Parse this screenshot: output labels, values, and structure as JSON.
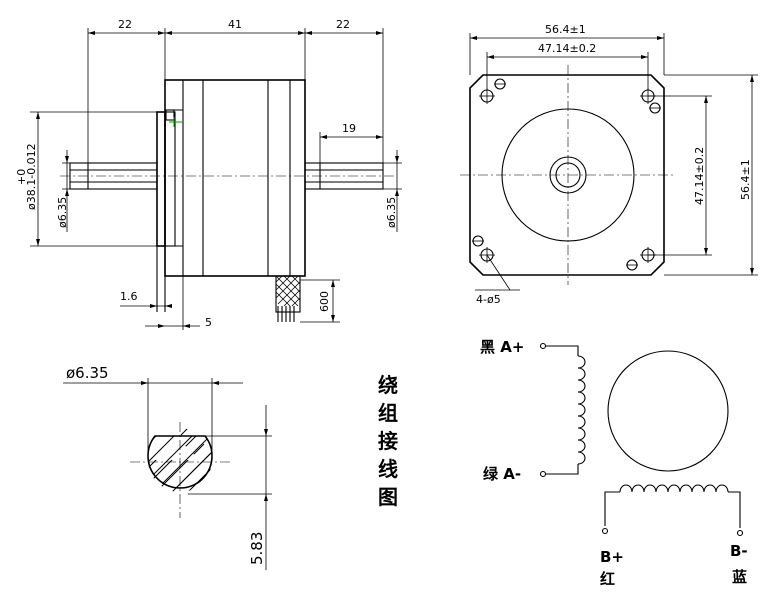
{
  "side_view": {
    "dim_left_shaft": "22",
    "dim_body_length": "41",
    "dim_right_shaft": "22",
    "dim_flat_length": "19",
    "dim_pilot_diameter": "ø38.1-0.012",
    "dim_pilot_tolerance_upper": "+0",
    "dim_shaft_diameter_left": "ø6.35",
    "dim_shaft_diameter_right": "ø6.35",
    "dim_flange_thickness": "1.6",
    "dim_pilot_height": "5",
    "dim_lead_length": "600"
  },
  "front_view": {
    "dim_width": "56.4±1",
    "dim_hole_spacing_h": "47.14±0.2",
    "dim_hole_spacing_v": "47.14±0.2",
    "dim_height": "56.4±1",
    "dim_holes": "4-ø5"
  },
  "shaft_section": {
    "dim_diameter": "ø6.35",
    "dim_flat": "5.83"
  },
  "wiring": {
    "title_chars": [
      "绕",
      "组",
      "接",
      "线",
      "图"
    ],
    "label_a_plus": "黑 A+",
    "label_a_minus": "绿 A-",
    "label_b_plus": "B+",
    "label_b_plus_color": "红",
    "label_b_minus": "B-",
    "label_b_minus_color": "蓝"
  }
}
